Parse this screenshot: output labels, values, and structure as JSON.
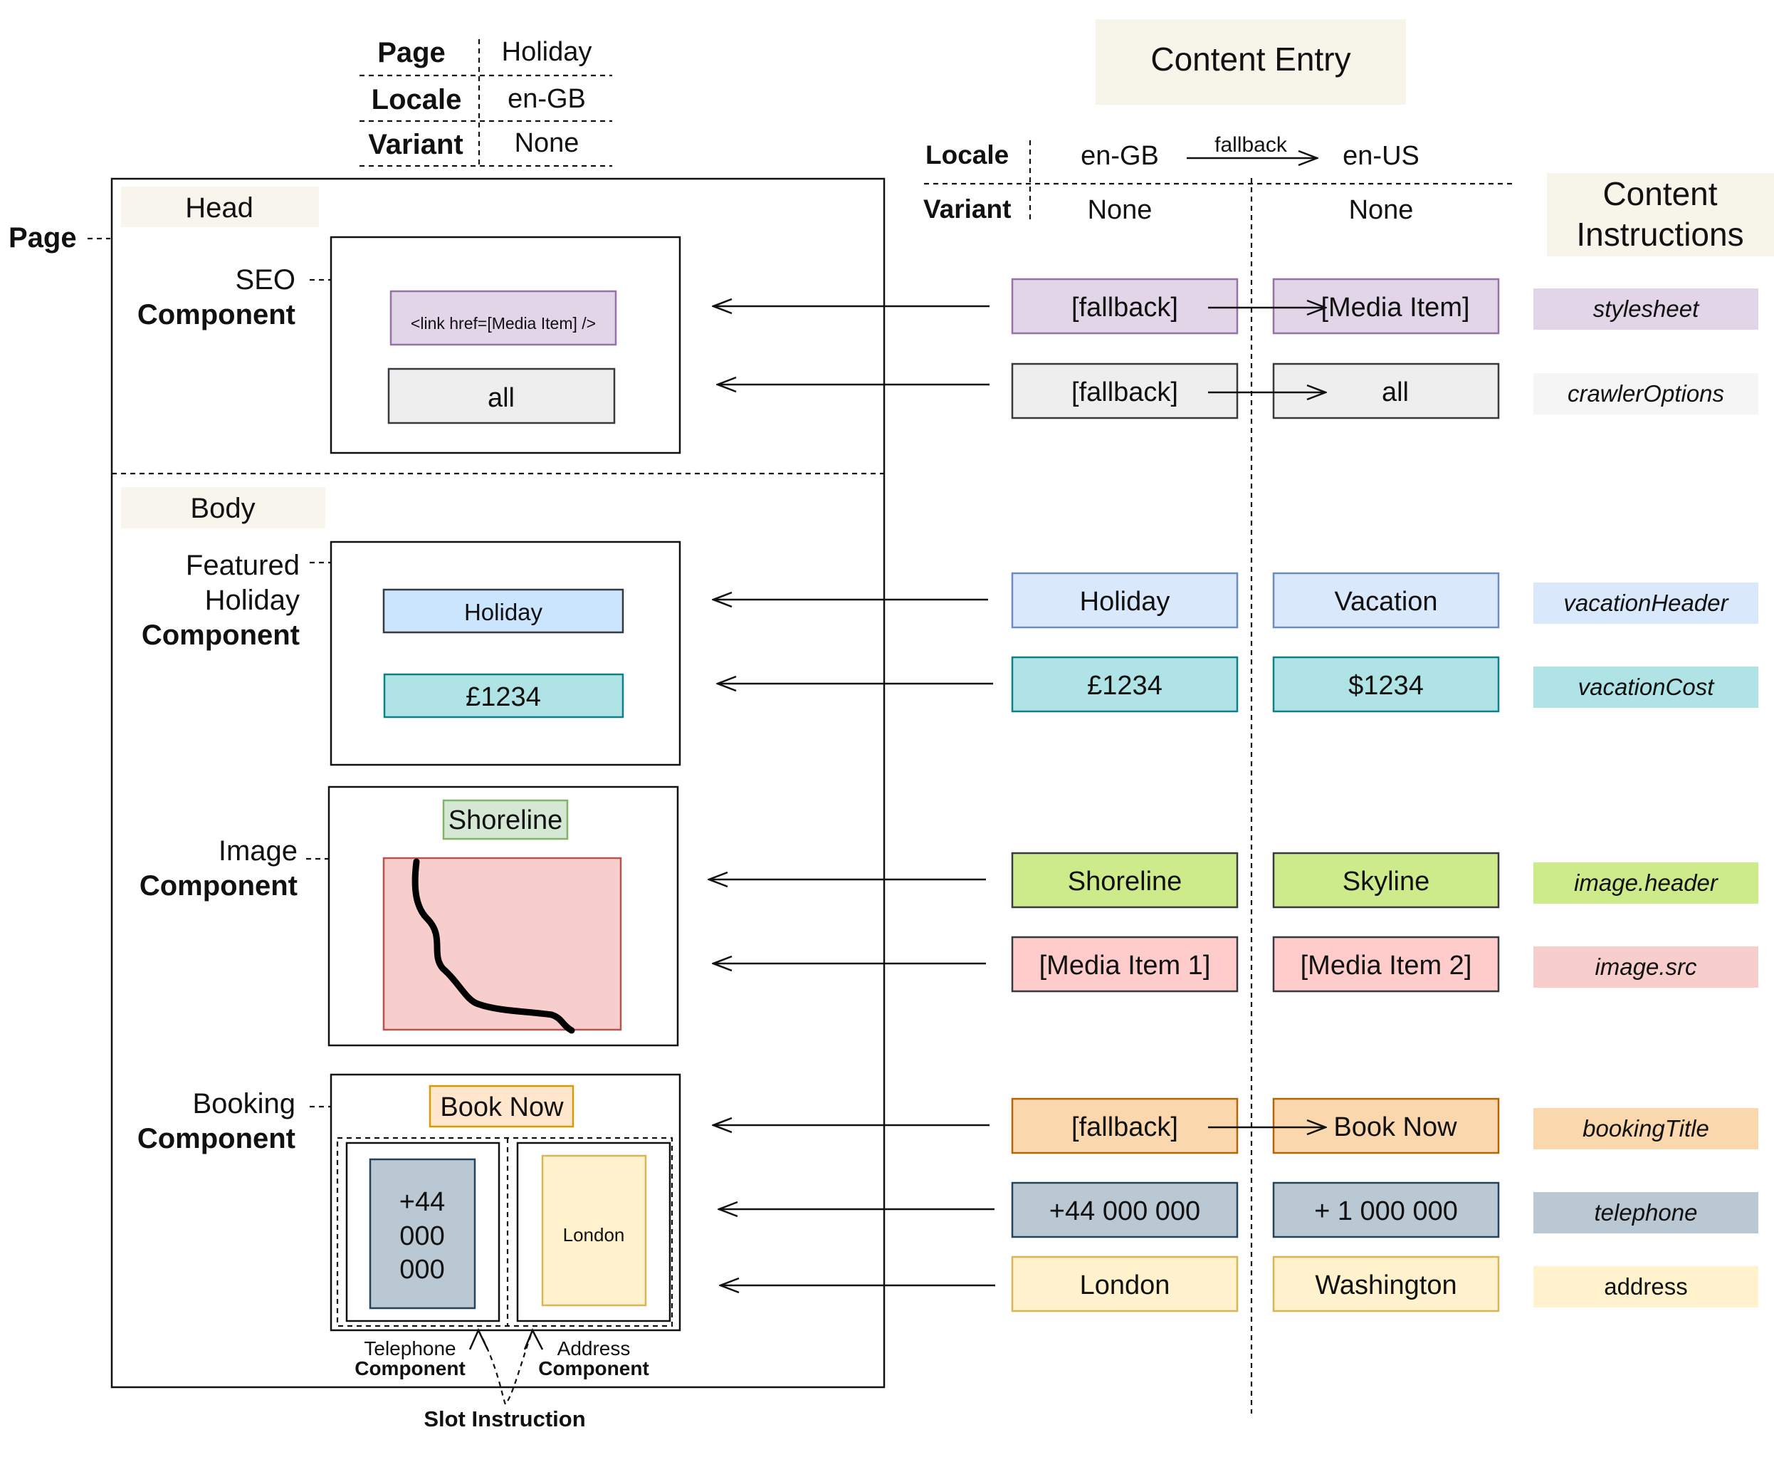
{
  "meta_table": {
    "rows": [
      {
        "key": "Page",
        "value": "Holiday"
      },
      {
        "key": "Locale",
        "value": "en-GB"
      },
      {
        "key": "Variant",
        "value": "None"
      }
    ]
  },
  "page_label": "Page",
  "head": {
    "section_label": "Head",
    "seo_component": {
      "label_line1": "SEO",
      "label_line2": "Component",
      "link_box": "<link href=[Media Item] />",
      "crawler_box": "all"
    }
  },
  "body": {
    "section_label": "Body",
    "featured_component": {
      "label_line1": "Featured",
      "label_line2": "Holiday",
      "label_line3": "Component",
      "header_box": "Holiday",
      "cost_box": "£1234"
    },
    "image_component": {
      "label_line1": "Image",
      "label_line2": "Component",
      "header_box": "Shoreline"
    },
    "booking_component": {
      "label_line1": "Booking",
      "label_line2": "Component",
      "title_box": "Book Now",
      "telephone_lines": [
        "+44",
        "000",
        "000"
      ],
      "address_box": "London",
      "telephone_label_1": "Telephone",
      "telephone_label_2": "Component",
      "address_label_1": "Address",
      "address_label_2": "Component",
      "slot_instruction": "Slot Instruction"
    }
  },
  "content_entry": {
    "title": "Content Entry",
    "locale_label": "Locale",
    "variant_label": "Variant",
    "locale_left": "en-GB",
    "fallback_label": "fallback",
    "locale_right": "en-US",
    "variant_left": "None",
    "variant_right": "None",
    "rows": [
      {
        "left": "[fallback]",
        "right": "[Media Item]",
        "instruction": "stylesheet",
        "fill": "#e1d5e7",
        "stroke": "#9673a6",
        "ci_fill": "#e1d5e7",
        "fallback_arrow": true
      },
      {
        "left": "[fallback]",
        "right": "all",
        "instruction": "crawlerOptions",
        "fill": "#eeeeee",
        "stroke": "#36393d",
        "ci_fill": "#f5f5f5",
        "fallback_arrow": true
      },
      {
        "left": "Holiday",
        "right": "Vacation",
        "instruction": "vacationHeader",
        "fill": "#dae8fc",
        "stroke": "#6c8ebf",
        "ci_fill": "#dae8fc",
        "fallback_arrow": false
      },
      {
        "left": "£1234",
        "right": "$1234",
        "instruction": "vacationCost",
        "fill": "#b0e3e6",
        "stroke": "#0e8088",
        "ci_fill": "#b0e3e6",
        "fallback_arrow": false
      },
      {
        "left": "Shoreline",
        "right": "Skyline",
        "instruction": "image.header",
        "fill": "#cdeb8b",
        "stroke": "#36393d",
        "ci_fill": "#cdeb8b",
        "fallback_arrow": false
      },
      {
        "left": "[Media Item 1]",
        "right": "[Media Item 2]",
        "instruction": "image.src",
        "fill": "#ffcccc",
        "stroke": "#36393d",
        "ci_fill": "#f8cecc",
        "fallback_arrow": false
      },
      {
        "left": "[fallback]",
        "right": "Book Now",
        "instruction": "bookingTitle",
        "fill": "#fad7ac",
        "stroke": "#b46504",
        "ci_fill": "#fad7ac",
        "fallback_arrow": true
      },
      {
        "left": "+44 000 000",
        "right": "+ 1 000 000",
        "instruction": "telephone",
        "fill": "#bac8d3",
        "stroke": "#23445d",
        "ci_fill": "#bac8d3",
        "fallback_arrow": false
      },
      {
        "left": "London",
        "right": "Washington",
        "instruction": "address",
        "fill": "#fff2cc",
        "stroke": "#d6b656",
        "ci_fill": "#fff2cc",
        "fallback_arrow": false,
        "instruction_upright": true
      }
    ]
  },
  "content_instructions": {
    "title_line1": "Content",
    "title_line2": "Instructions"
  },
  "colors": {
    "section_label_bg": "#f7f5ec",
    "title_bg": "#f7f4ea",
    "seo_link_fill": "#e1d5e7",
    "seo_link_stroke": "#9673a6",
    "crawler_fill": "#eeeeee",
    "holiday_fill": "#cce5ff",
    "cost_fill": "#b0e3e6",
    "shoreline_fill": "#d5e8d4",
    "shoreline_stroke": "#82b366",
    "image_fill": "#f8cecc",
    "image_stroke": "#b85450",
    "booknow_fill": "#ffe6cc",
    "booknow_stroke": "#d79b00",
    "telephone_fill": "#bac8d3",
    "telephone_stroke": "#23445d",
    "address_fill": "#fff2cc",
    "address_stroke": "#d6b656"
  }
}
